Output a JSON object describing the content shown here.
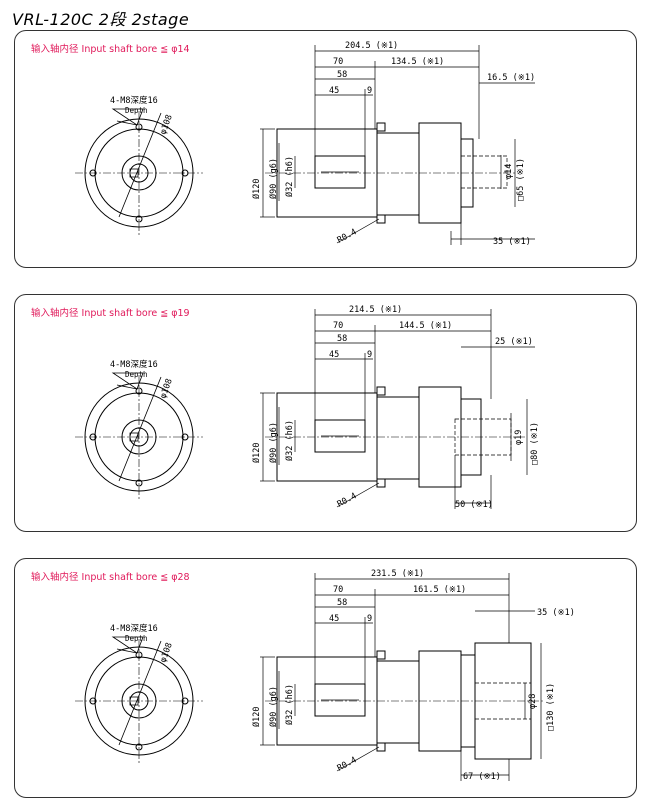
{
  "title": "VRL-120C 2段 2stage",
  "colors": {
    "label": "#e0195a",
    "line": "#000000",
    "panel_border": "#333333"
  },
  "common": {
    "bolt_note": "4-M8深度16",
    "depth_word": "Depth",
    "pcd": "φ108",
    "flange_dia": "Ø120",
    "spigot": "Ø90 (g6)",
    "shaft": "Ø32 (h6)",
    "radius": "R0.4",
    "dim_70": "70",
    "dim_58": "58",
    "dim_45": "45",
    "dim_9": "9"
  },
  "panels": [
    {
      "label": "输入轴内径  Input shaft bore  ≦ φ14",
      "total": "204.5 (※1)",
      "motor_len": "134.5 (※1)",
      "right_offset": "16.5 (※1)",
      "bottom_len": "35 (※1)",
      "bore": "φ14",
      "box": "□65 (※1)"
    },
    {
      "label": "输入轴内径  Input shaft bore  ≦ φ19",
      "total": "214.5 (※1)",
      "motor_len": "144.5 (※1)",
      "right_offset": "25 (※1)",
      "bottom_len": "50 (※1)",
      "bore": "φ19",
      "box": "□80 (※1)"
    },
    {
      "label": "输入轴内径  Input shaft bore  ≦ φ28",
      "total": "231.5 (※1)",
      "motor_len": "161.5 (※1)",
      "right_offset": "35 (※1)",
      "bottom_len": "67 (※1)",
      "bore": "φ28",
      "box": "□130 (※1)"
    }
  ]
}
